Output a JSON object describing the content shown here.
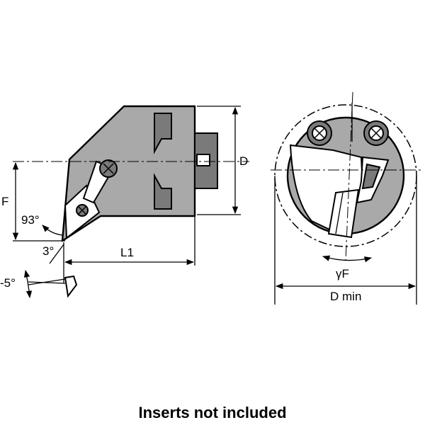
{
  "labels": {
    "d": "D",
    "f": "F",
    "l1": "L1",
    "approach_angle": "93°",
    "clearance_angle": "3°",
    "inclination_angle": "-5°",
    "gamma_f": "γF",
    "d_min": "D min"
  },
  "caption": "Inserts not included"
}
